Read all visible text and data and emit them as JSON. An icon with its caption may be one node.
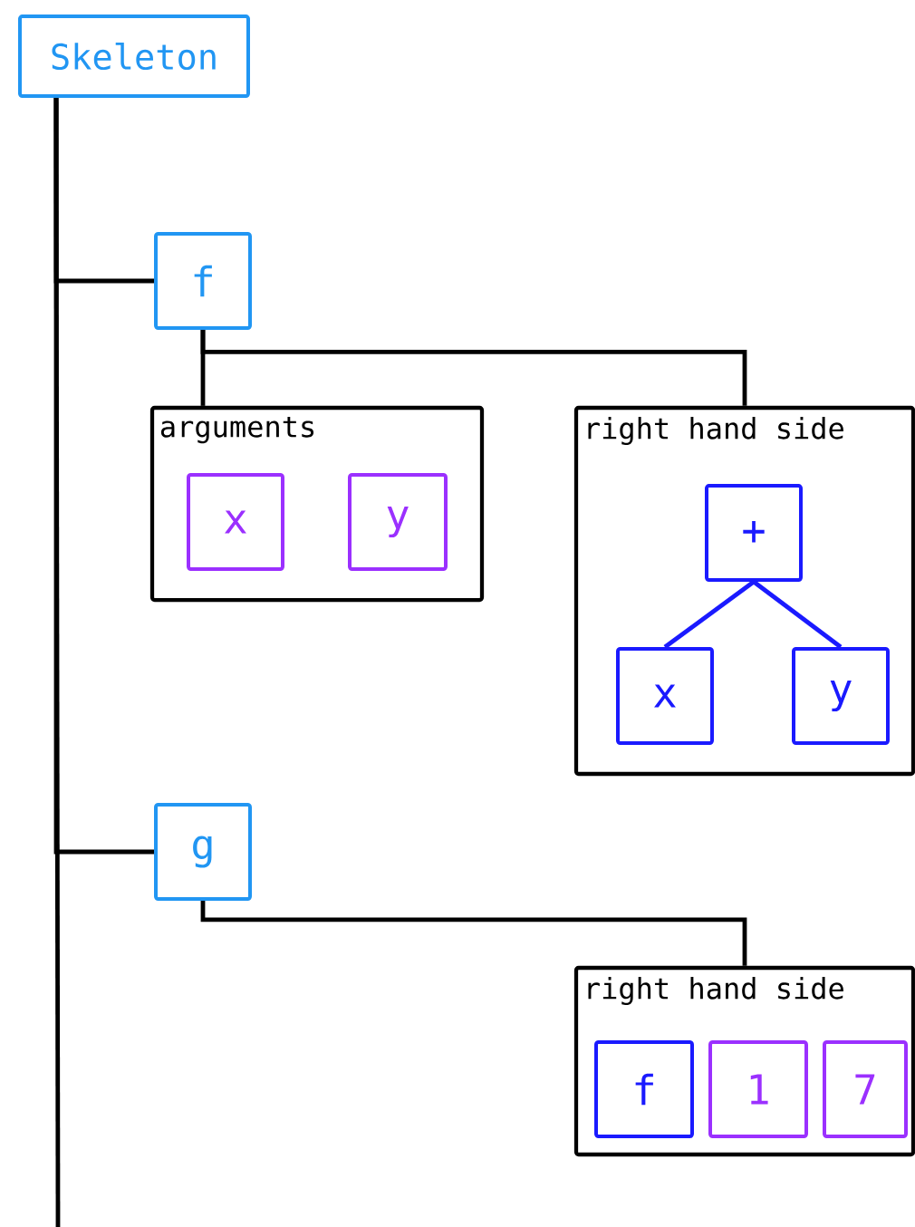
{
  "diagram": {
    "nodes": [
      {
        "text": [
          "Skeleton"
        ]
      },
      {
        "text": [
          "f"
        ]
      },
      {
        "text": [
          "arguments"
        ]
      },
      {
        "text": [
          "x"
        ],
        "in": 2
      },
      {
        "text": [
          "y"
        ],
        "in": 2
      },
      {
        "text": [
          "right hand side"
        ]
      },
      {
        "text": [
          "+"
        ],
        "in": 5
      },
      {
        "text": [
          "x"
        ],
        "in": 5
      },
      {
        "text": [
          "y"
        ],
        "in": 5
      },
      {
        "text": [
          "g"
        ]
      },
      {
        "text": [
          "right hand side"
        ]
      },
      {
        "text": [
          "f"
        ],
        "in": 10
      },
      {
        "text": [
          "1"
        ],
        "in": 10
      },
      {
        "text": [
          "7"
        ],
        "in": 10
      }
    ],
    "edges": [
      {
        "from": 0,
        "to": 1,
        "arrow": "none"
      },
      {
        "from": 0,
        "to": 9,
        "arrow": "none"
      },
      {
        "from": 0,
        "to": null,
        "arrow": "none"
      },
      {
        "from": 1,
        "to": 2,
        "arrow": "none"
      },
      {
        "from": 1,
        "to": 5,
        "arrow": "none"
      },
      {
        "from": 6,
        "to": 7,
        "arrow": "none",
        "color": "#1a1aff"
      },
      {
        "from": 6,
        "to": 8,
        "arrow": "none",
        "color": "#1a1aff"
      },
      {
        "from": 9,
        "to": 10,
        "arrow": "none"
      }
    ]
  }
}
